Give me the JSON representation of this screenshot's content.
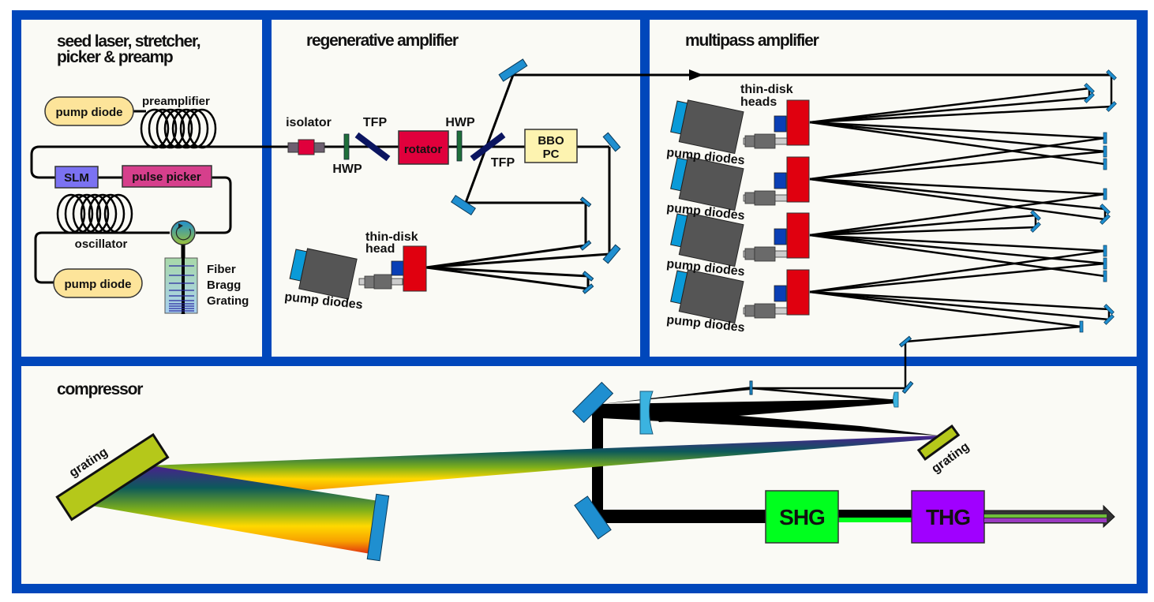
{
  "colors": {
    "frame": "#0047bb",
    "panel_bg": "#fafaf5",
    "mirror": "#1f8fd0",
    "pump_diode": "#fde49a",
    "slm": "#7b72f2",
    "pulse_picker": "#d63f8c",
    "rotator": "#e0003c",
    "tfp": "#0b1560",
    "hwp": "#1f6f3a",
    "bbo_pc": "#fdf3b0",
    "thin_disk": "#e0000f",
    "thin_disk_mount": "#0a3fb5",
    "pump_housing": "#555555",
    "pump_window": "#0a9ad8",
    "grating": "#b5c81a",
    "shg": "#00ff1e",
    "thg": "#a000ff"
  },
  "panels": {
    "seed": {
      "title_line1": "seed laser, stretcher,",
      "title_line2": "picker & preamp",
      "pump_diode_top": "pump diode",
      "preamplifier": "preamplifier",
      "slm": "SLM",
      "pulse_picker": "pulse picker",
      "oscillator": "oscillator",
      "pump_diode_bottom": "pump diode",
      "fbg_line1": "Fiber",
      "fbg_line2": "Bragg",
      "fbg_line3": "Grating"
    },
    "regen": {
      "title": "regenerative amplifier",
      "isolator": "isolator",
      "hwp1": "HWP",
      "tfp1": "TFP",
      "rotator": "rotator",
      "hwp2": "HWP",
      "tfp2": "TFP",
      "bbo_line1": "BBO",
      "bbo_line2": "PC",
      "thin_disk_line1": "thin-disk",
      "thin_disk_line2": "head",
      "pump_diodes": "pump diodes"
    },
    "multipass": {
      "title": "multipass amplifier",
      "thin_disk_line1": "thin-disk",
      "thin_disk_line2": "heads",
      "pump_diodes": [
        "pump diodes",
        "pump diodes",
        "pump diodes",
        "pump diodes"
      ]
    },
    "compressor": {
      "title": "compressor",
      "grating_left": "grating",
      "grating_right": "grating",
      "shg": "SHG",
      "thg": "THG"
    }
  }
}
